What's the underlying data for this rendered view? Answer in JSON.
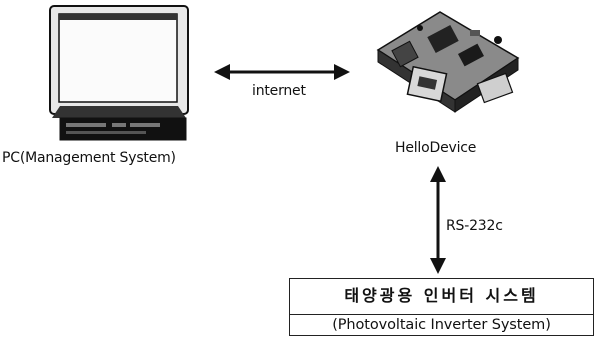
{
  "nodes": {
    "pc_label": "PC(Management System)",
    "device_label": "HelloDevice",
    "inverter_korean": "태양광용 인버터 시스템",
    "inverter_english": "(Photovoltaic Inverter System)"
  },
  "links": {
    "pc_device": "internet",
    "device_inverter": "RS-232c"
  },
  "icons": {
    "pc": "desktop-computer-icon",
    "device": "embedded-board-icon"
  }
}
